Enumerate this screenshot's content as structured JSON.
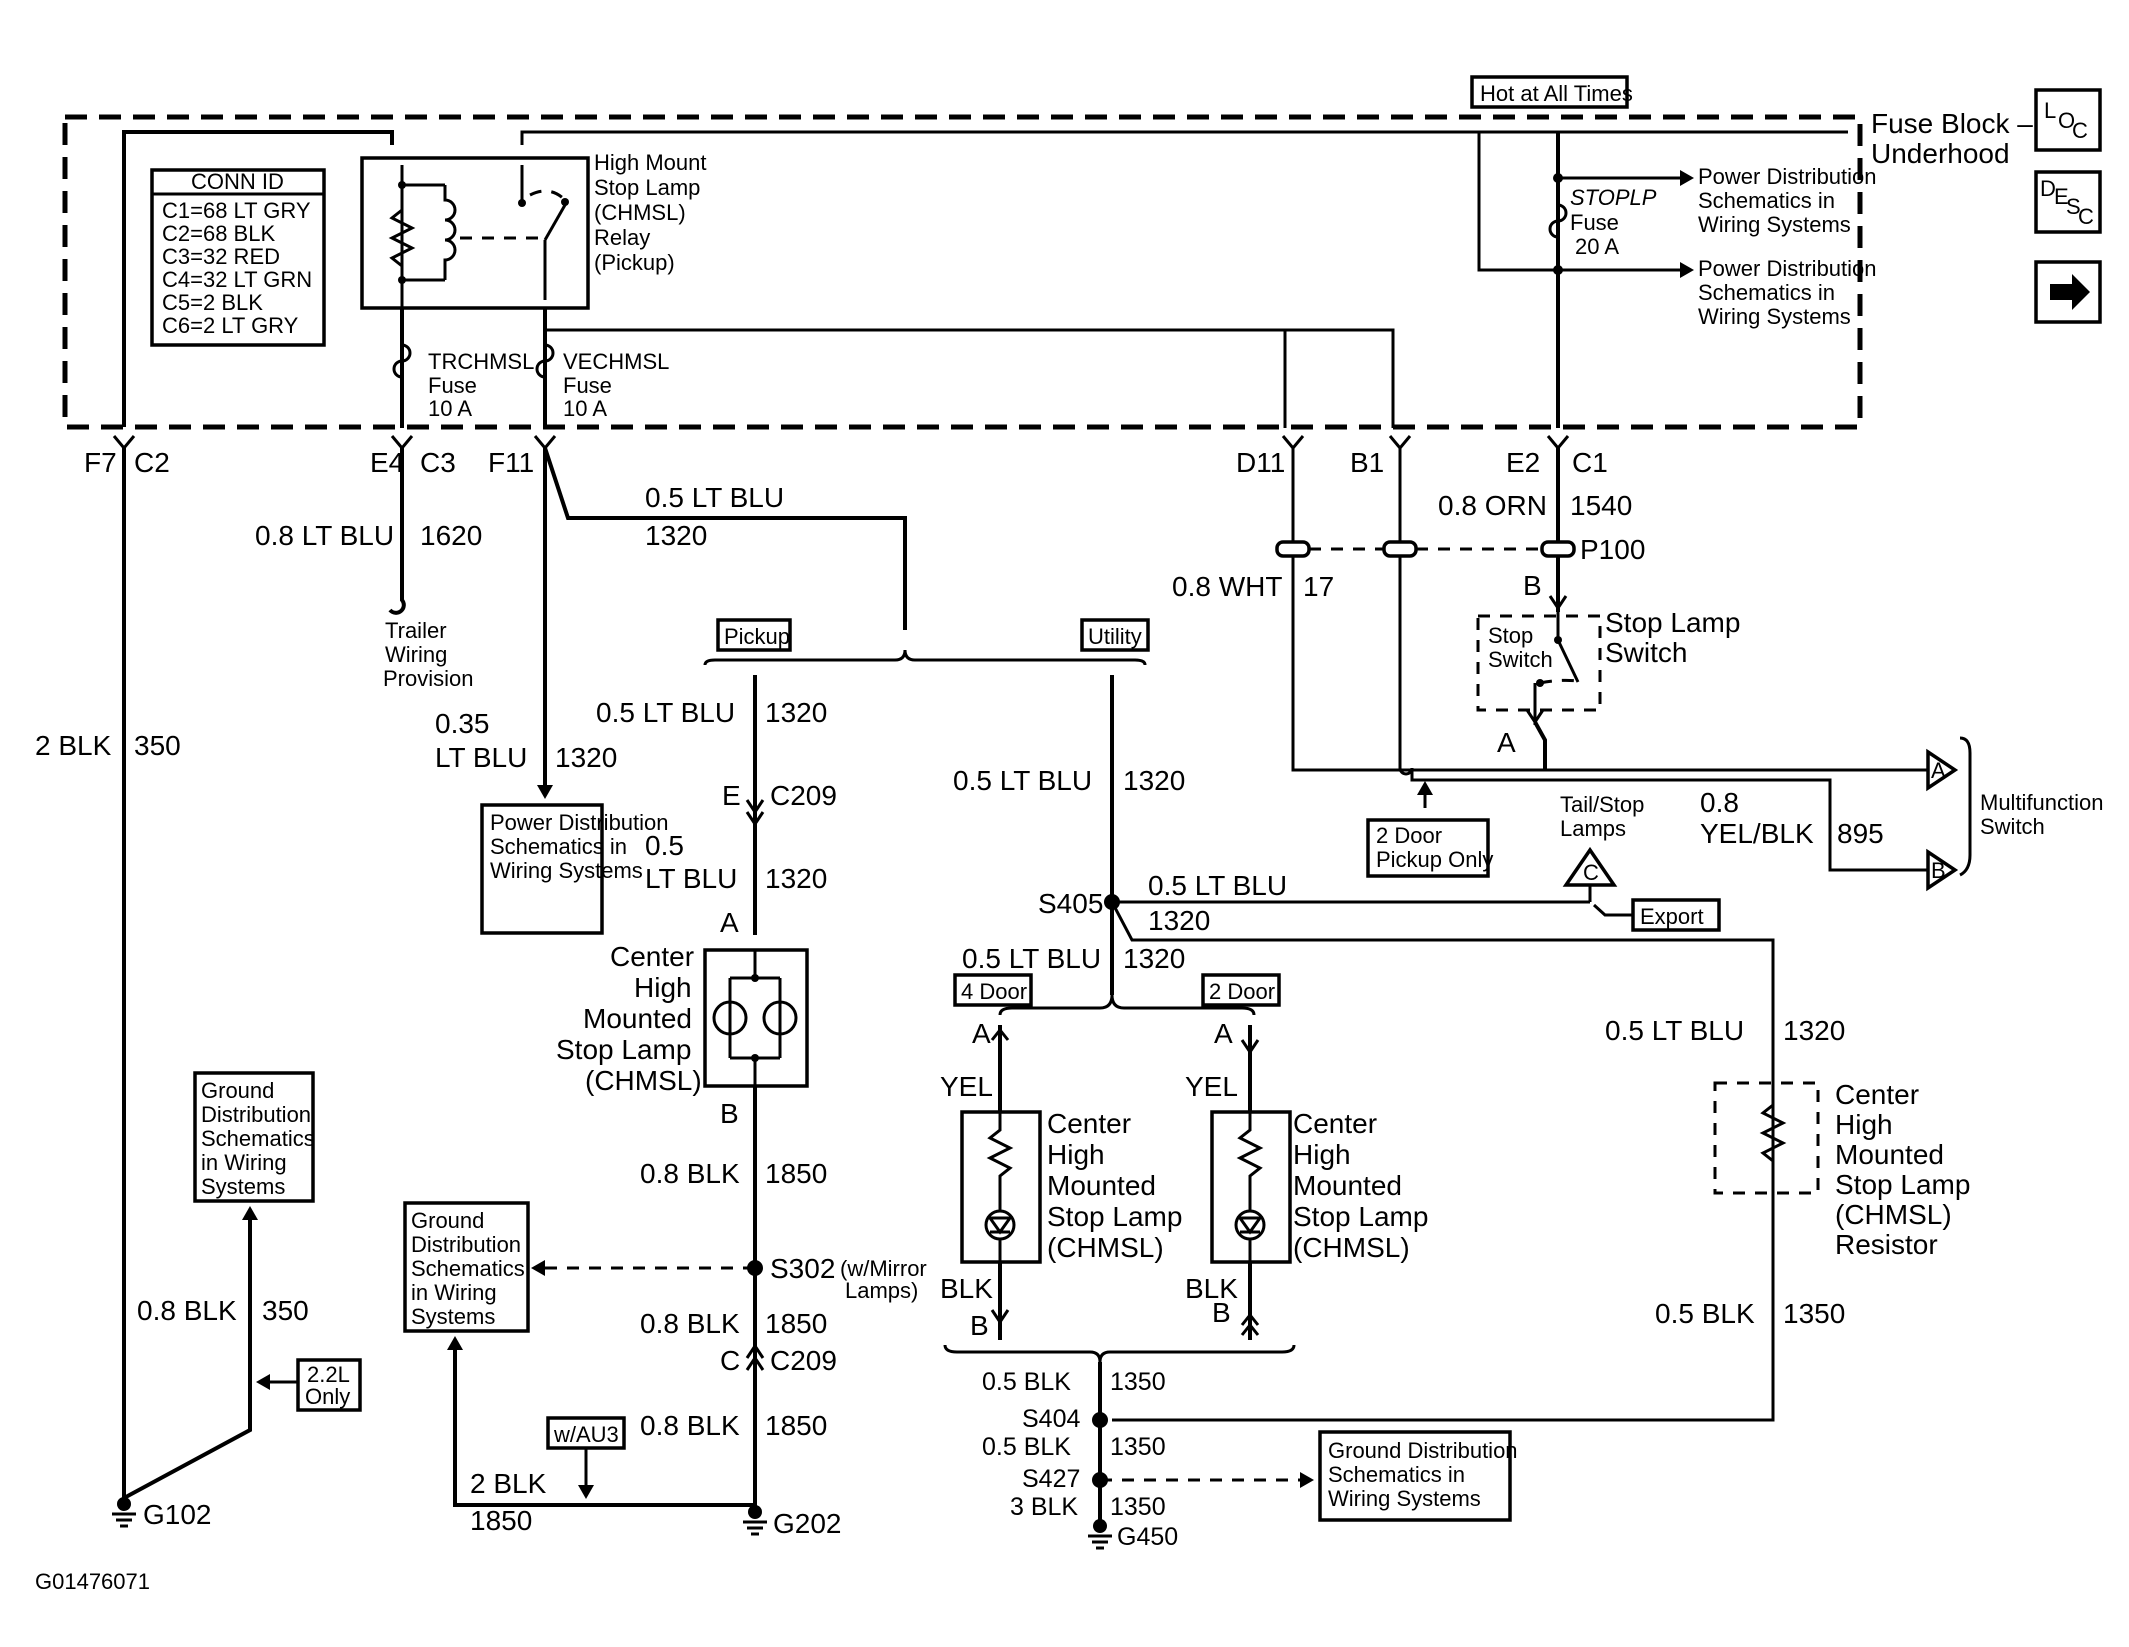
{
  "fuse_block": {
    "title": "Fuse Block –",
    "title2": "Underhood",
    "hot": "Hot at All Times"
  },
  "nav": {
    "loc": "LOC",
    "desc": "DESC",
    "next_icon": "arrow-right-icon"
  },
  "conn_id": {
    "title": "CONN ID",
    "rows": [
      "C1=68 LT GRY",
      "C2=68 BLK",
      "C3=32 RED",
      "C4=32 LT GRN",
      "C5=2 BLK",
      "C6=2 LT GRY"
    ]
  },
  "relay": {
    "l1": "High Mount",
    "l2": "Stop Lamp",
    "l3": "(CHMSL)",
    "l4": "Relay",
    "l5": "(Pickup)"
  },
  "fuses": {
    "trchmsl": {
      "name": "TRCHMSL",
      "f": "Fuse",
      "a": "10 A"
    },
    "vechmsl": {
      "name": "VECHMSL",
      "f": "Fuse",
      "a": "10 A"
    },
    "stoplp": {
      "name": "STOPLP",
      "f": "Fuse",
      "a": "20 A"
    }
  },
  "power_dist": {
    "l1": "Power Distribution",
    "l2": "Schematics in",
    "l3": "Wiring Systems"
  },
  "pins": {
    "f7": "F7",
    "c2": "C2",
    "e4": "E4",
    "c3": "C3",
    "f11": "F11",
    "d11": "D11",
    "b1": "B1",
    "e2": "E2",
    "c1": "C1"
  },
  "wires": {
    "w1620_g": "0.8 LT BLU",
    "w1620_n": "1620",
    "w1320a_g": "0.5 LT BLU",
    "w1320a_n": "1320",
    "w350_g": "2 BLK",
    "w350_n": "350",
    "w035_g": "0.35",
    "w035_g2": "LT BLU",
    "w035_n": "1320",
    "w1540_g": "0.8 ORN",
    "w1540_n": "1540",
    "w17_g": "0.8 WHT",
    "w17_n": "17",
    "wpick1_g": "0.5 LT BLU",
    "wpick1_n": "1320",
    "wpick2_g": "0.5",
    "wpick2_g2": "LT BLU",
    "wpick2_n": "1320",
    "wutil_g": "0.5 LT BLU",
    "wutil_n": "1320",
    "ws405a_g": "0.5 LT BLU",
    "ws405a_n": "1320",
    "ws405b_g": "0.5 LT BLU",
    "ws405b_n": "1320",
    "wres_g": "0.5 LT BLU",
    "wres_n": "1320",
    "w1850a_g": "0.8 BLK",
    "w1850a_n": "1850",
    "w1850b_g": "0.8 BLK",
    "w1850b_n": "1850",
    "w1850c_g": "0.8 BLK",
    "w1850c_n": "1850",
    "w1850d_g": "2 BLK",
    "w1850d_n": "1850",
    "w350b_g": "0.8 BLK",
    "w350b_n": "350",
    "w1350a_g": "0.5 BLK",
    "w1350a_n": "1350",
    "w1350b_g": "0.5 BLK",
    "w1350b_n": "1350",
    "w1350c_g": "3 BLK",
    "w1350c_n": "1350",
    "w1350r_g": "0.5 BLK",
    "w1350r_n": "1350",
    "w895_g": "0.8",
    "w895_g2": "YEL/BLK",
    "w895_n": "895",
    "yel": "YEL",
    "blk": "BLK"
  },
  "trailer": {
    "l1": "Trailer",
    "l2": "Wiring",
    "l3": "Provision"
  },
  "options": {
    "pickup": "Pickup",
    "utility": "Utility",
    "door4": "4 Door",
    "door2": "2 Door",
    "door2pickup1": "2 Door",
    "door2pickup2": "Pickup Only",
    "export": "Export",
    "au3": "w/AU3",
    "l22a": "2.2L",
    "l22b": "Only"
  },
  "connectors": {
    "p100": "P100",
    "b": "B",
    "a": "A",
    "e": "E",
    "c209": "C209",
    "c": "C",
    "s405": "S405",
    "s302": "S302",
    "s302n1": "(w/Mirror",
    "s302n2": "Lamps)",
    "s404": "S404",
    "s427": "S427",
    "b1": "B",
    "a1": "A",
    "b2": "B",
    "a2": "A"
  },
  "stop_switch": {
    "inner1": "Stop",
    "inner2": "Switch",
    "l1": "Stop Lamp",
    "l2": "Switch"
  },
  "multifunction": {
    "l1": "Multifunction",
    "l2": "Switch",
    "a": "A",
    "b": "B"
  },
  "tailstop": {
    "l1": "Tail/Stop",
    "l2": "Lamps",
    "c": "C"
  },
  "chmsl_lamp": {
    "l1": "Center",
    "l2": "High",
    "l3": "Mounted",
    "l4": "Stop Lamp",
    "l5": "(CHMSL)"
  },
  "chmsl_resistor": {
    "l1": "Center",
    "l2": "High",
    "l3": "Mounted",
    "l4": "Stop Lamp",
    "l5": "(CHMSL)",
    "l6": "Resistor"
  },
  "ground_dist": {
    "l1": "Ground",
    "l2": "Distribution",
    "l3": "Schematics",
    "l4": "in Wiring",
    "l5": "Systems"
  },
  "ground_dist_wide": {
    "l1": "Ground Distribution",
    "l2": "Schematics in",
    "l3": "Wiring Systems"
  },
  "grounds": {
    "g102": "G102",
    "g202": "G202",
    "g450": "G450"
  },
  "figure_id": "G01476071"
}
